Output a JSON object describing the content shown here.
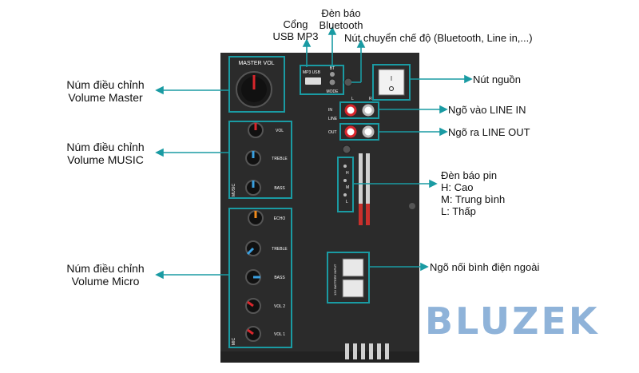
{
  "labels": {
    "volume_master": "Núm điều chỉnh\nVolume Master",
    "volume_music": "Núm điều chỉnh\nVolume MUSIC",
    "volume_micro": "Núm điều chỉnh\nVolume Micro",
    "usb_port": "Cổng\nUSB MP3",
    "bt_led": "Đèn báo\nBluetooth",
    "mode_button": "Nút chuyển chế độ (Bluetooth, Line in,...)",
    "power_button": "Nút nguồn",
    "line_in": "Ngõ vào LINE IN",
    "line_out": "Ngõ ra LINE OUT",
    "battery_led": "Đèn báo pin\nH: Cao\nM: Trung bình\nL: Thấp",
    "ext_battery": "Ngõ nối bình điện ngoài"
  },
  "panel": {
    "master_vol": "MASTER VOL",
    "mp3_usb": "MP3 USB",
    "bt": "BT",
    "mode": "MODE",
    "l": "L",
    "r": "R",
    "in": "IN",
    "line": "LINE",
    "out": "OUT",
    "music_knobs": [
      "VOL",
      "TREBLE",
      "BASS"
    ],
    "music_group": "MUSIC",
    "mic_knobs": [
      "ECHO",
      "TREBLE",
      "BASS",
      "VOL 2",
      "VOL 1"
    ],
    "mic_group": "MIC",
    "battery_levels": [
      "H",
      "M",
      "L"
    ],
    "battery_socket": "12V BATTERY INPUT"
  },
  "brand": "BLUZEK",
  "colors": {
    "accent": "#1a9ba3",
    "panel": "#2a2a2a",
    "brand": "#8fb3d9",
    "knob_red": "#d9262c",
    "knob_blue": "#3aa0e0",
    "knob_orange": "#f08a1c"
  }
}
